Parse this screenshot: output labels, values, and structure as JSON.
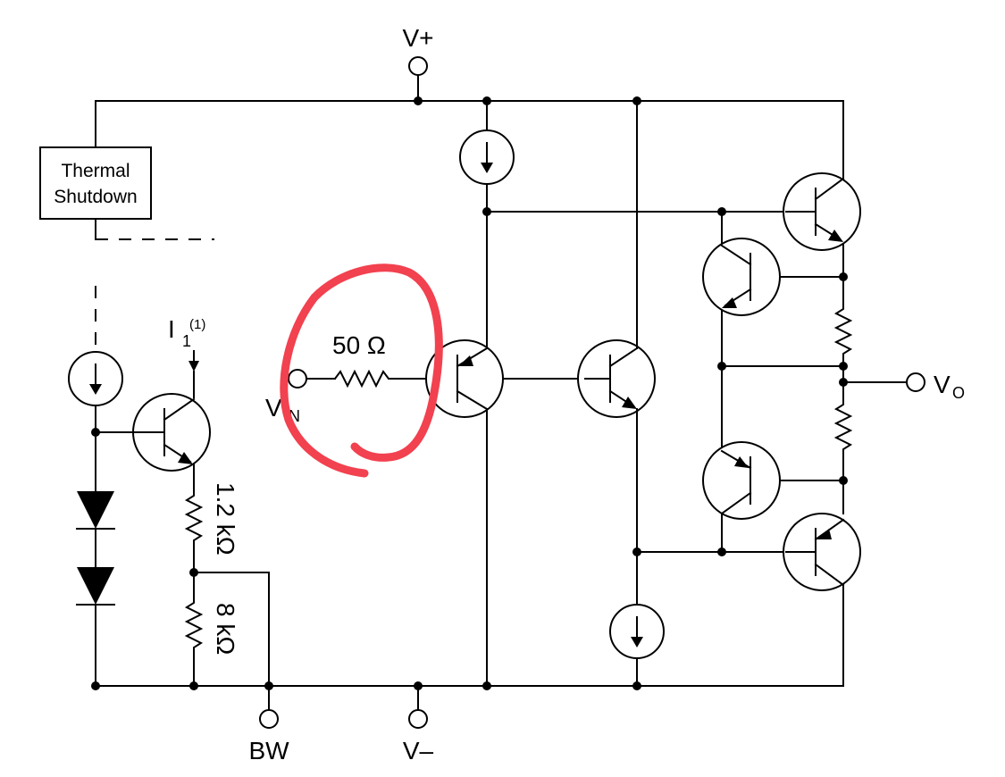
{
  "labels": {
    "vplus": "V+",
    "vminus": "V–",
    "bw": "BW",
    "vin_main": "V",
    "vin_sub": "IN",
    "vo_main": "V",
    "vo_sub": "O",
    "i1_main": "I",
    "i1_sub": "1",
    "i1_sup": "(1)",
    "r_input": "50 Ω",
    "r_1": "1.2 kΩ",
    "r_2": "8 kΩ",
    "thermal_line1": "Thermal",
    "thermal_line2": "Shutdown"
  },
  "colors": {
    "annotation": "#f2414f",
    "wire": "#000000"
  }
}
